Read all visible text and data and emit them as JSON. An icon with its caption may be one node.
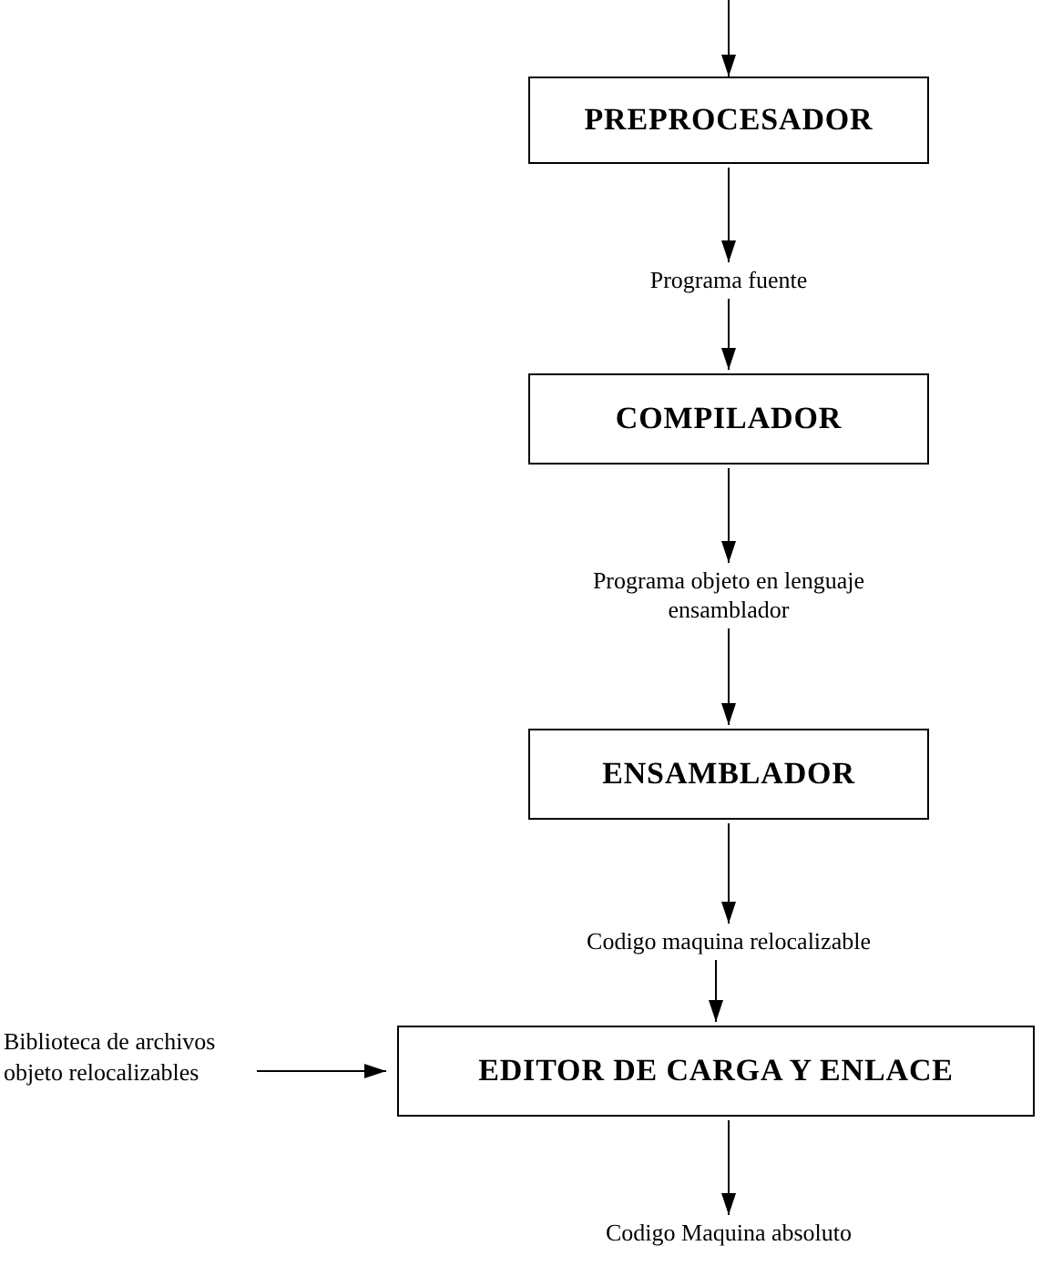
{
  "diagram": {
    "nodes": [
      {
        "text": [
          "PREPROCESADOR"
        ]
      },
      {
        "text": [
          "Programa fuente"
        ]
      },
      {
        "text": [
          "COMPILADOR"
        ]
      },
      {
        "text": [
          "Programa objeto en lenguaje ensamblador"
        ]
      },
      {
        "text": [
          "ENSAMBLADOR"
        ]
      },
      {
        "text": [
          "Codigo maquina relocalizable"
        ]
      },
      {
        "text": [
          "Biblioteca de archivos objeto relocalizables"
        ]
      },
      {
        "text": [
          "EDITOR DE CARGA Y ENLACE"
        ]
      },
      {
        "text": [
          "Codigo Maquina absoluto"
        ]
      }
    ],
    "edges": [
      {
        "from": null,
        "to": 0,
        "arrow": "to"
      },
      {
        "from": 0,
        "to": 1,
        "arrow": "to"
      },
      {
        "from": 1,
        "to": 2,
        "arrow": "to"
      },
      {
        "from": 2,
        "to": 3,
        "arrow": "to"
      },
      {
        "from": 3,
        "to": 4,
        "arrow": "to"
      },
      {
        "from": 4,
        "to": 5,
        "arrow": "to"
      },
      {
        "from": 5,
        "to": 7,
        "arrow": "to"
      },
      {
        "from": 6,
        "to": 7,
        "arrow": "to"
      },
      {
        "from": 7,
        "to": 8,
        "arrow": "to"
      }
    ]
  }
}
